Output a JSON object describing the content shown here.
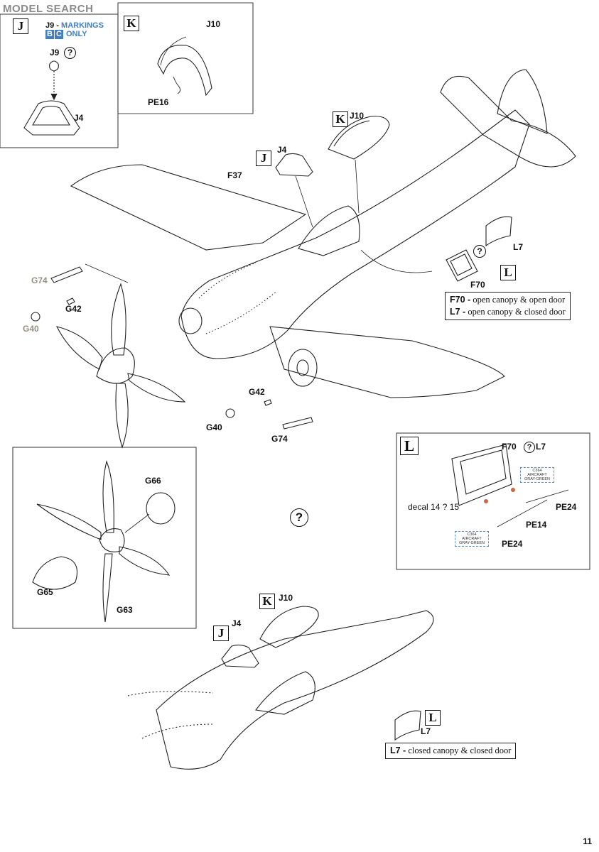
{
  "watermark": "MODEL SEARCH",
  "page_number": "11",
  "markings_note": {
    "ref": "J9 -",
    "label": "MARKINGS",
    "b": "B",
    "c": "C",
    "only": "ONLY"
  },
  "steps": {
    "j": "J",
    "k": "K",
    "l": "L"
  },
  "unknown_symbol": "?",
  "labels": {
    "j9": "J9",
    "j4": "J4",
    "j10": "J10",
    "pe16": "PE16",
    "f37": "F37",
    "g74": "G74",
    "g42": "G42",
    "g40": "G40",
    "l7": "L7",
    "f70": "F70",
    "g66": "G66",
    "g65": "G65",
    "g63": "G63",
    "pe24": "PE24",
    "pe14": "PE14",
    "decal": "decal 14 ? 15",
    "color_code": "C364",
    "color_name_1": "AIRCRAFT",
    "color_name_2": "GRAY-GREEN"
  },
  "notes": {
    "n1_code": "F70 -",
    "n1_text": " open canopy & open door",
    "n2_code": "L7 -",
    "n2_text": " open canopy & closed door",
    "n3_code": "L7 -",
    "n3_text": " closed canopy & closed door"
  }
}
